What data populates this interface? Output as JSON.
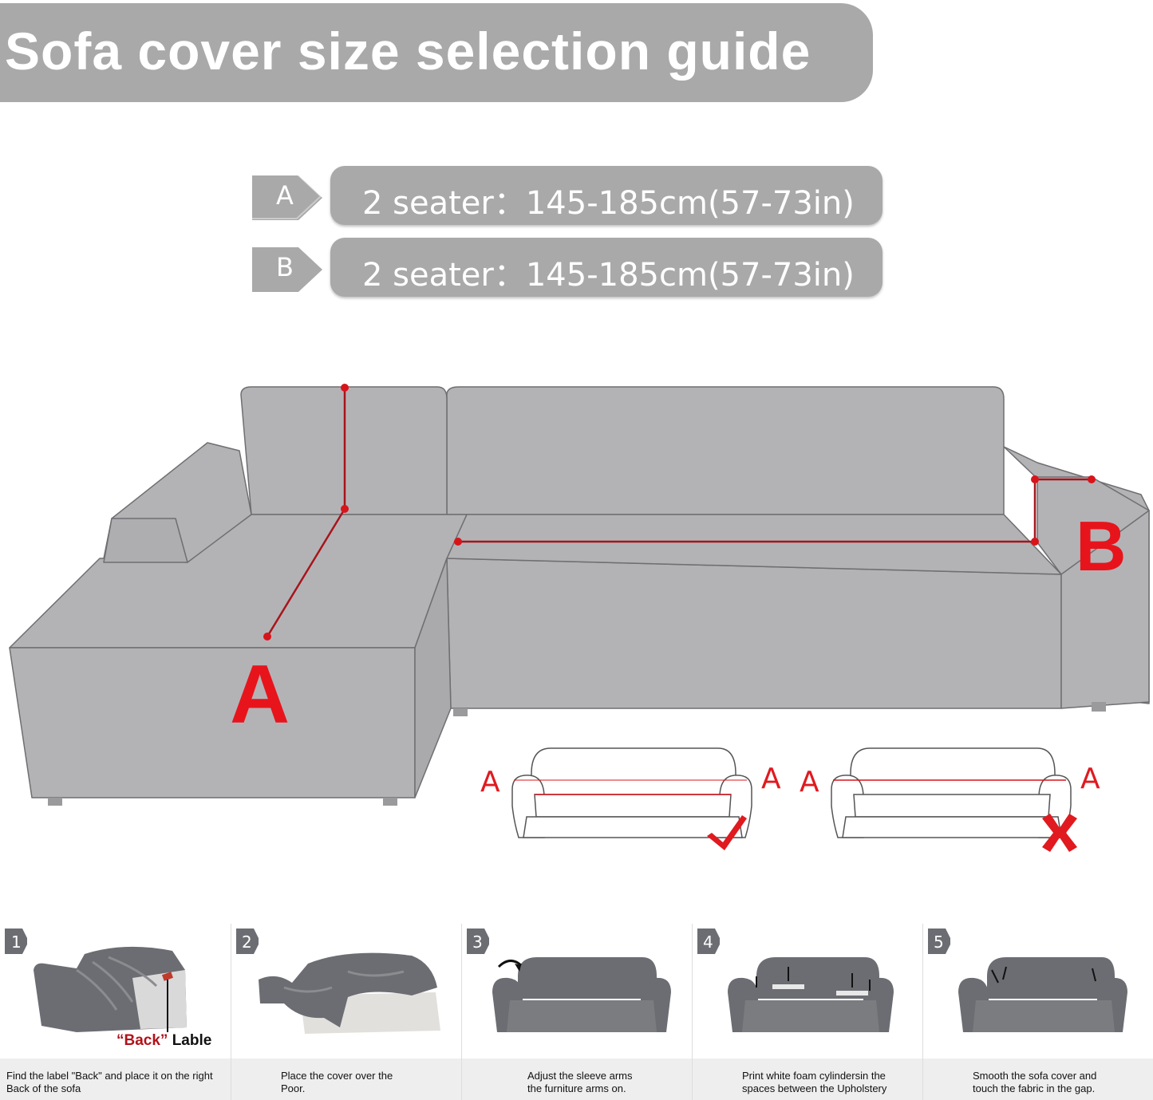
{
  "title": "Sofa cover size selection guide",
  "sizes": [
    {
      "tag": "A",
      "text": "2 seater：145-185cm(57-73in)"
    },
    {
      "tag": "B",
      "text": "2 seater：145-185cm(57-73in)"
    }
  ],
  "diagram": {
    "label_a": "A",
    "label_b": "B"
  },
  "comparison": {
    "correct": {
      "left_label": "A",
      "right_label": "A"
    },
    "wrong": {
      "left_label": "A",
      "right_label": "A"
    }
  },
  "colors": {
    "banner": "#a9a9a9",
    "accent_red": "#e8141c",
    "sofa_grey": "#b3b3b6",
    "step_sofa": "#6b6d72"
  },
  "steps": [
    {
      "number": "1",
      "caption_line1": "Find the label \"Back\" and place it on the right",
      "caption_line2": "Back of the sofa",
      "image_label_prefix": "“Back”",
      "image_label_suffix": " Lable"
    },
    {
      "number": "2",
      "caption_line1": "Place the cover over the",
      "caption_line2": "Poor."
    },
    {
      "number": "3",
      "caption_line1": "Adjust the sleeve arms",
      "caption_line2": "the furniture arms on."
    },
    {
      "number": "4",
      "caption_line1": "Print white foam cylindersin the",
      "caption_line2": "spaces between the Upholstery"
    },
    {
      "number": "5",
      "caption_line1": "Smooth the sofa cover and",
      "caption_line2": "touch the fabric in the gap."
    }
  ]
}
